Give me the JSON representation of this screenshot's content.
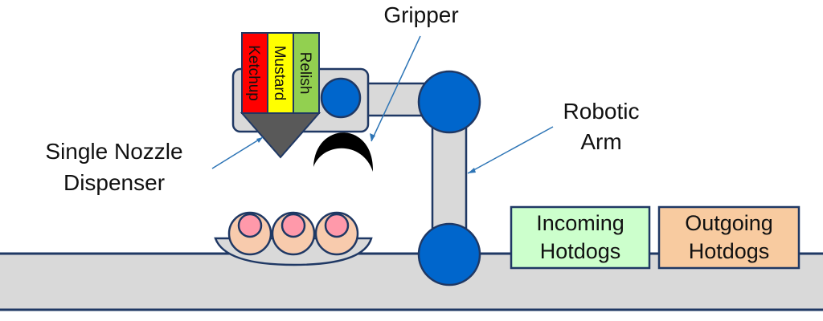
{
  "labels": {
    "gripper": "Gripper",
    "robotic_arm": [
      "Robotic",
      "Arm"
    ],
    "dispenser": [
      "Single Nozzle",
      "Dispenser"
    ]
  },
  "canisters": [
    {
      "name": "Ketchup",
      "color": "#ff0000"
    },
    {
      "name": "Mustard",
      "color": "#ffff00"
    },
    {
      "name": "Relish",
      "color": "#92d050"
    }
  ],
  "bins": {
    "incoming": {
      "lines": [
        "Incoming",
        "Hotdogs"
      ],
      "color": "#ccffcc"
    },
    "outgoing": {
      "lines": [
        "Outgoing",
        "Hotdogs"
      ],
      "color": "#f8cba0"
    }
  },
  "colors": {
    "conveyor": "#d9d9d9",
    "outline": "#1f3864",
    "joint": "#0066cc",
    "nozzle": "#595959",
    "leader": "#2e75b6",
    "hotdog_bun": "#f8cbad",
    "hotdog_sausage": "#ff99aa"
  }
}
